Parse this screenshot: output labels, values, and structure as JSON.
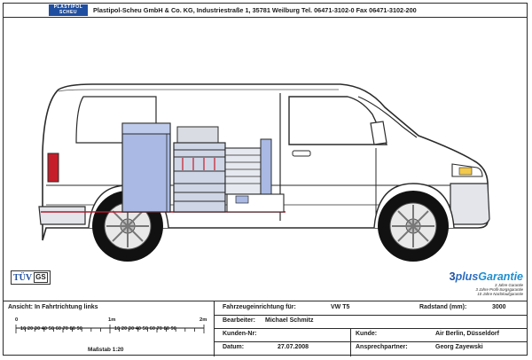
{
  "header": {
    "logo_line1": "PLASTIPOL",
    "logo_line2": "SCHEU",
    "company_line": "Plastipol-Scheu GmbH & Co. KG, Industriestraße 1, 35781 Weilburg   Tel. 06471-3102-0   Fax 06471-3102-200"
  },
  "certification": {
    "tuv_label": "TÜV",
    "gs_label": "GS"
  },
  "brand": {
    "title_number": "3",
    "title_plus": "plus",
    "title_word": "Garantie",
    "lines": [
      "3 Jahre Garantie",
      "3 Jahre Profil-Sorgsgarantie",
      "10 Jahre Nachkaufgarantie"
    ]
  },
  "info": {
    "view_label": "Ansicht: In Fahrtrichtung links",
    "vehicle_label": "Fahrzeugeinrichtung für:",
    "vehicle_value": "VW T5",
    "wheelbase_label": "Radstand (mm):",
    "wheelbase_value": "3000",
    "editor_label": "Bearbeiter:",
    "editor_value": "Michael Schmitz",
    "customer_no_label": "Kunden-Nr:",
    "customer_no_value": "",
    "customer_label": "Kunde:",
    "customer_value": "Air Berlin, Düsseldorf",
    "date_label": "Datum:",
    "date_value": "27.07.2008",
    "contact_label": "Ansprechpartner:",
    "contact_value": "Georg Zayewski"
  },
  "scale": {
    "start_label": "0",
    "mid_label": "1m",
    "end_label": "2m",
    "ticks_text": "10 20 30 40 50 60 70 80 90",
    "caption": "Maßstab 1:20"
  },
  "colors": {
    "accent_blue": "#1f4ea0",
    "shelf_blue": "#a9b9e3",
    "line_dark": "#2b2b2b"
  }
}
